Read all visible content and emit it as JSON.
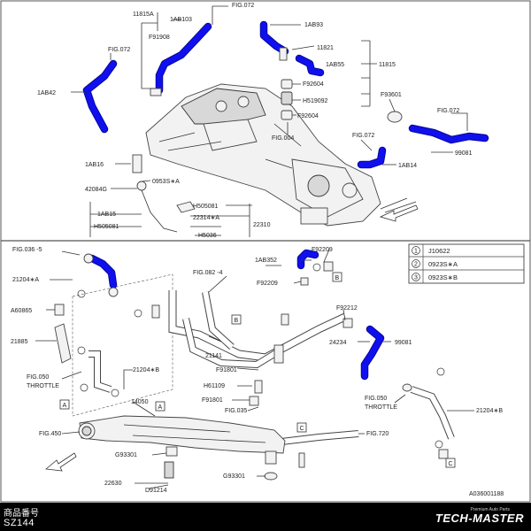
{
  "top_labels": {
    "l11815a": "11815A",
    "l1ab103": "1AB103",
    "lfig072a": "FIG.072",
    "lf91908": "F91908",
    "lfig072b": "FIG.072",
    "l1ab42": "1AB42",
    "l1ab93": "1AB93",
    "l11821": "11821",
    "l1ab55": "1AB55",
    "l11815": "11815",
    "lf92604a": "F92604",
    "lh519092": "H519092",
    "lf92604b": "F92604",
    "lfig004": "FIG.004",
    "lf93601": "F93601",
    "lfig072c": "FIG.072",
    "lfig072d": "FIG.072",
    "l99081": "99081",
    "l1ab14": "1AB14",
    "l1ab16": "1AB16",
    "l0953s": "0953S∗A",
    "l42084g": "42084G",
    "l1ab15": "1AB15",
    "lh505081a": "H505081",
    "l22314": "22314∗A",
    "lh505081b": "H505081",
    "l22310": "22310",
    "lh5036": "H5036"
  },
  "bottom_labels": {
    "lfig0365": "FIG.036 -5",
    "l21204a": "21204∗A",
    "la60865": "A60865",
    "l21885": "21885",
    "lfig050a": "FIG.050",
    "lthrottle_a": "THROTTLE",
    "l21204b_a": "21204∗B",
    "l1ab352": "1AB352",
    "lf92209a": "F92209",
    "lf92209b": "F92209",
    "lfig0824": "FIG.082 -4",
    "l21141": "21141",
    "lf91801a": "F91801",
    "lh61109": "H61109",
    "lf91801b": "F91801",
    "lfig035": "FIG.035",
    "lf92212": "F92212",
    "l24234": "24234",
    "l99081b": "99081",
    "lfig050b": "FIG.050",
    "lthrottle_b": "THROTTLE",
    "l21204b_b": "21204∗B",
    "l14050": "14050",
    "lfig450": "FIG.450",
    "lg93301a": "G93301",
    "l22630": "22630",
    "ld91214": "D91214",
    "lg93301b": "G93301",
    "lfig720": "FIG.720",
    "lA": "A",
    "lA2": "A",
    "lB": "B",
    "lB2": "B",
    "lC": "C",
    "lC2": "C",
    "diagram_id": "A036001188"
  },
  "legend": [
    {
      "num": "1",
      "code": "J10622"
    },
    {
      "num": "2",
      "code": "0923S∗A"
    },
    {
      "num": "3",
      "code": "0923S∗B"
    }
  ],
  "footer": {
    "label": "商品番号",
    "code": "SZ144",
    "brand": "ECH-MASTER",
    "brand_prefix": "T",
    "brand_sub": "Premium Auto Parts"
  },
  "colors": {
    "hose": "#1010ee",
    "line": "#333333",
    "footer_bg": "#000000"
  }
}
